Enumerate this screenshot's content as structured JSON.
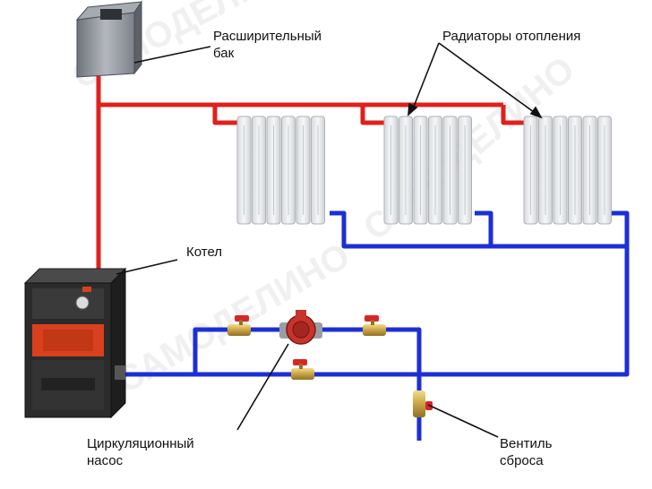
{
  "labels": {
    "expansion_tank_line1": "Расширительный",
    "expansion_tank_line2": "бак",
    "radiators": "Радиаторы отопления",
    "boiler": "Котел",
    "pump_line1": "Циркуляционный",
    "pump_line2": "насос",
    "valve_line1": "Вентиль",
    "valve_line2": "сброса"
  },
  "watermark": "САМОДЕЛИНО",
  "colors": {
    "supply_pipe": "#e0201c",
    "return_pipe": "#1c2fd6",
    "text": "#111111",
    "radiator": "#e9ebec",
    "boiler_body": "#2b2b2b",
    "boiler_accent": "#d9411e",
    "tank": "#8a8f96"
  }
}
